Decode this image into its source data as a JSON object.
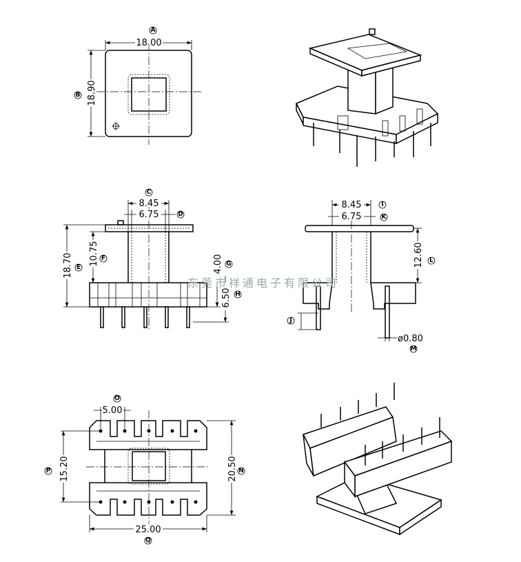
{
  "watermark": "东莞市祥通电子有限公司",
  "top_view": {
    "width_dim": "18.00",
    "width_label": "A",
    "height_dim": "18.90",
    "height_label": "B"
  },
  "front_view": {
    "outer_dim": "8.45",
    "outer_label": "C",
    "inner_dim": "6.75",
    "inner_label": "D",
    "total_height_dim": "18.70",
    "total_height_label": "E",
    "winding_height_dim": "10.75",
    "winding_height_label": "F",
    "base_dim": "4.00",
    "base_label": "G",
    "pin_dim": "6.50",
    "pin_label": "H"
  },
  "side_view": {
    "outer_dim": "8.45",
    "outer_label": "I",
    "inner_dim": "6.75",
    "inner_label": "K",
    "height_dim": "12.60",
    "height_label": "L",
    "pin_offset_label": "J",
    "pin_diameter_dim": "ø0.80",
    "pin_diameter_label": "M"
  },
  "bottom_view": {
    "pitch_dim": "5.00",
    "pitch_label": "O",
    "row_span_dim": "15.20",
    "row_span_label": "P",
    "depth_dim": "20.50",
    "depth_label": "N",
    "width_dim": "25.00",
    "width_label": "Q"
  }
}
